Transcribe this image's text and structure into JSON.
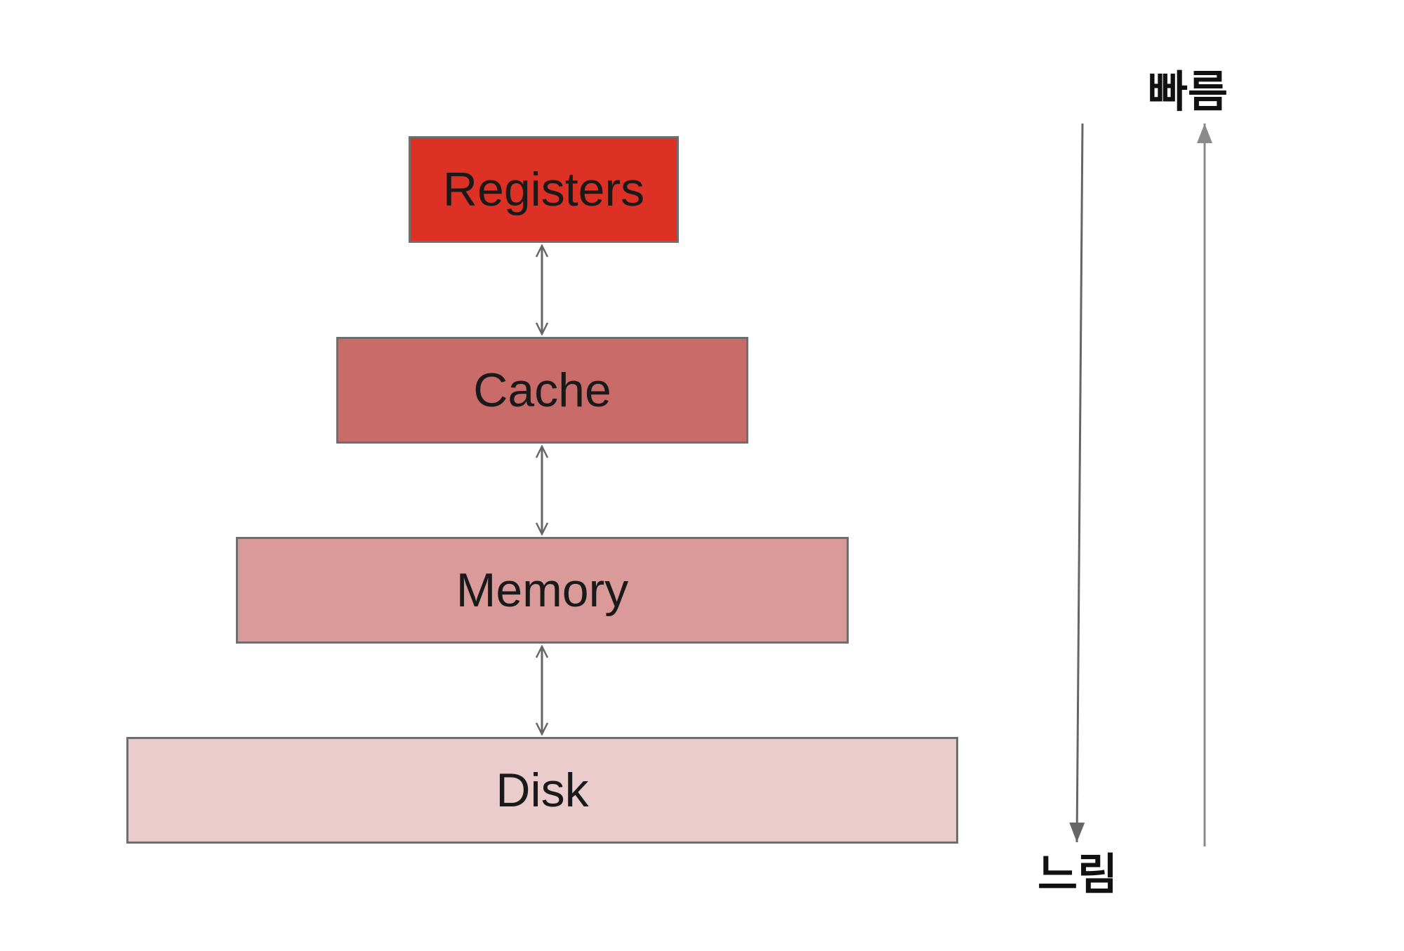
{
  "levels": [
    {
      "label": "Registers",
      "color": "#dc3124"
    },
    {
      "label": "Cache",
      "color": "#c96b68"
    },
    {
      "label": "Memory",
      "color": "#d99a99"
    },
    {
      "label": "Disk",
      "color": "#ebcccd"
    }
  ],
  "speed": {
    "fast_label": "빠름",
    "slow_label": "느림"
  },
  "colors": {
    "border": "#6e6e6e",
    "arrow": "#666666",
    "arrow_light": "#8a8a8a"
  }
}
